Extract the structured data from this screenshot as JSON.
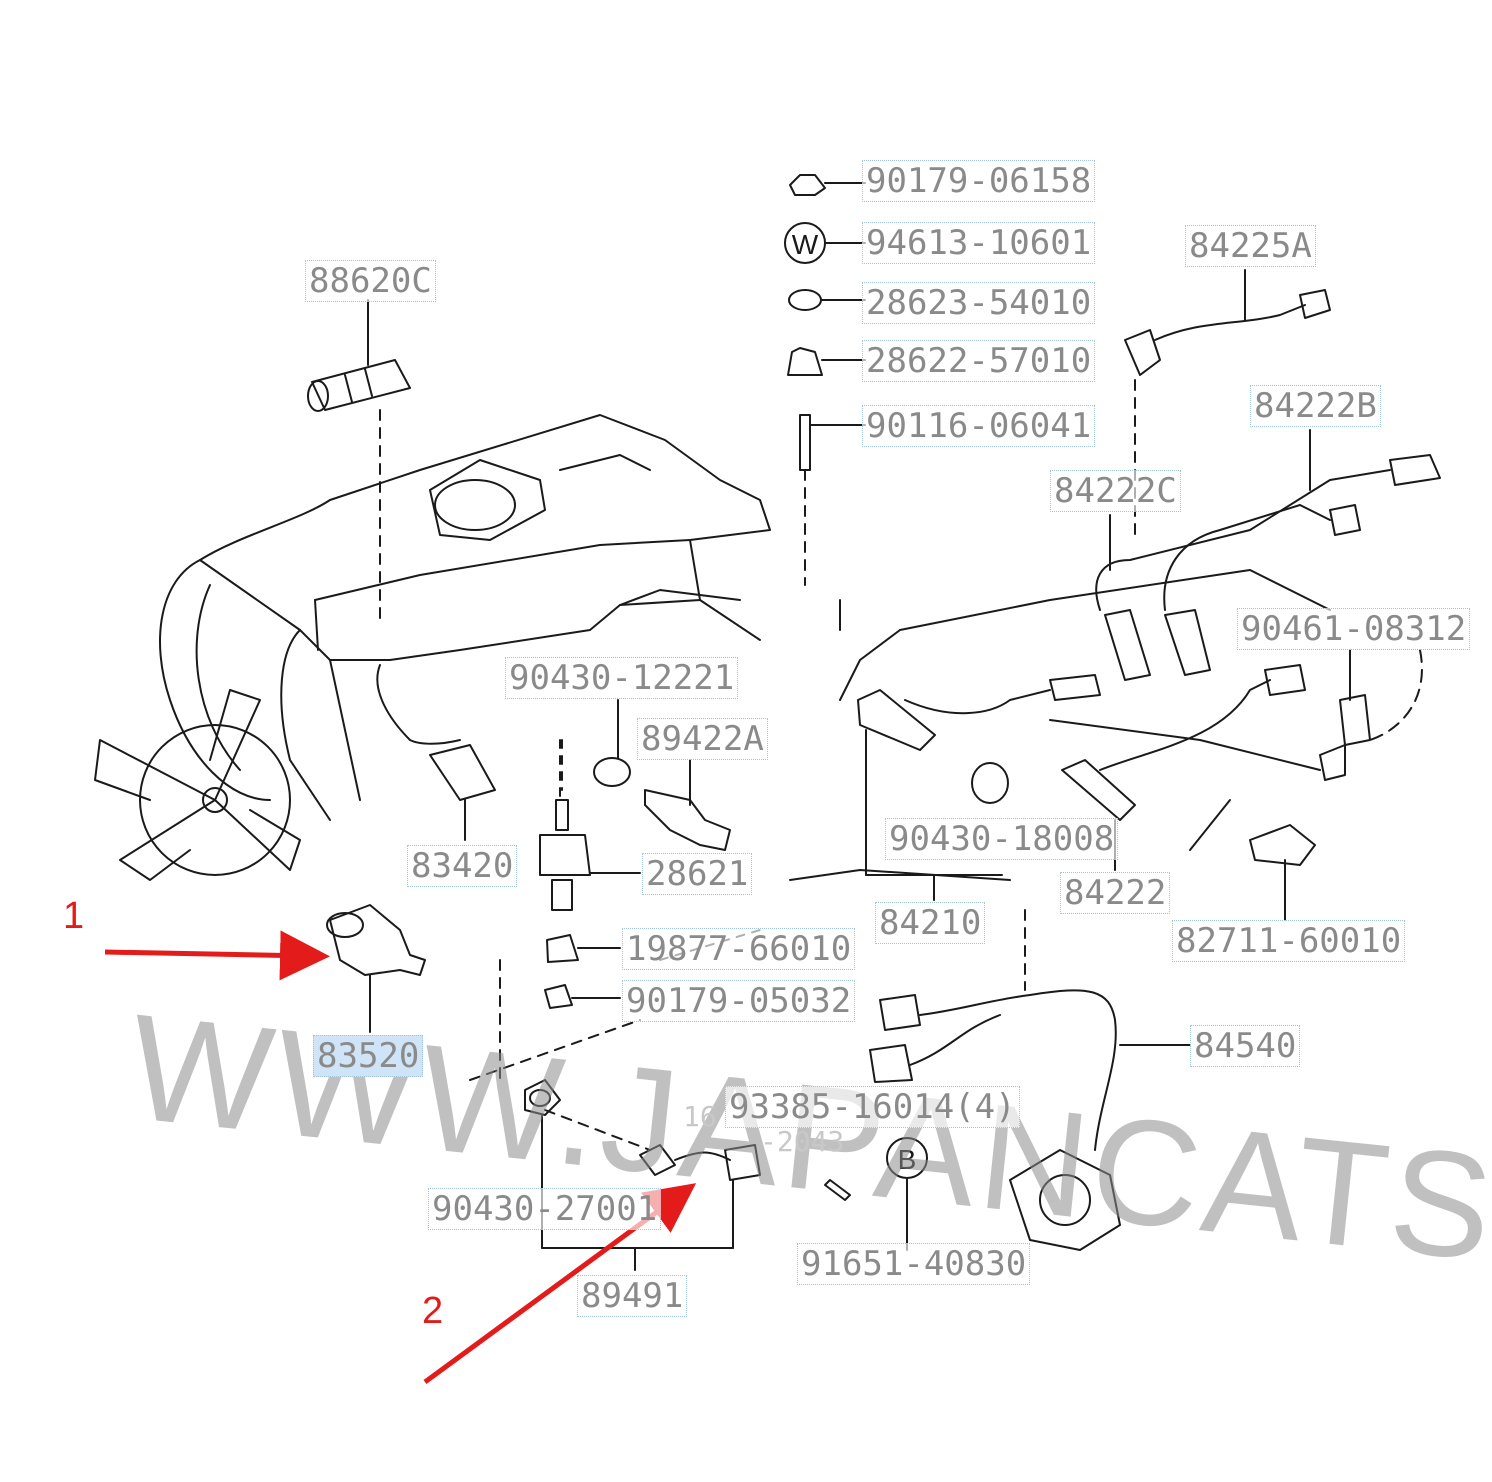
{
  "colors": {
    "line": "#1a1a1a",
    "label": "#8a8a8a",
    "label_border": "#9fc3e0",
    "selected_bg": "#cfe4f6",
    "arrow": "#e31b1b",
    "watermark": "#8c8c8c"
  },
  "watermark": "WWW.JAPANCATS.RU",
  "faint_text": {
    "a": "16",
    "b": "-2043"
  },
  "parts": {
    "p90179_06158": "90179-06158",
    "p94613_10601": "94613-10601",
    "p28623_54010": "28623-54010",
    "p28622_57010": "28622-57010",
    "p90116_06041": "90116-06041",
    "p84225A": "84225A",
    "p88620C": "88620C",
    "p84222B": "84222B",
    "p84222C": "84222C",
    "p90461_08312": "90461-08312",
    "p90430_12221": "90430-12221",
    "p89422A": "89422A",
    "p83420": "83420",
    "p28621": "28621",
    "p90430_18008": "90430-18008",
    "p84222": "84222",
    "p84210": "84210",
    "p82711_60010": "82711-60010",
    "p19877_66010": "19877-66010",
    "p90179_05032": "90179-05032",
    "p83520": "83520",
    "p84540": "84540",
    "p93385_16014": "93385-16014(4)",
    "p90430_27001": "90430-27001",
    "p91651_40830": "91651-40830",
    "p89491": "89491"
  },
  "washer_symbol": "W",
  "bolt_symbol": "B",
  "markers": {
    "m1": "1",
    "m2": "2"
  }
}
